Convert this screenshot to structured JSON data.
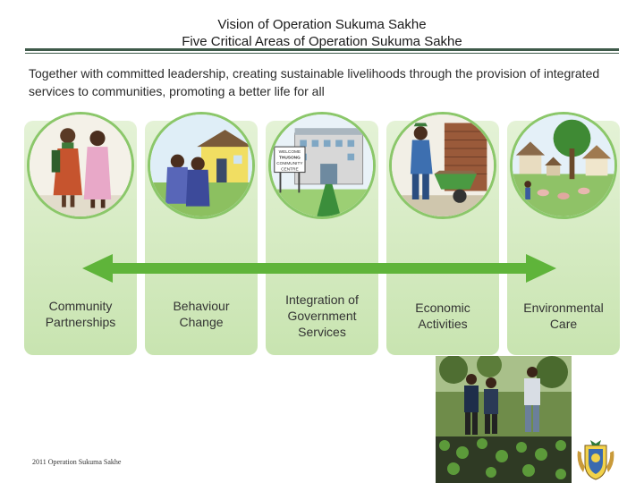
{
  "header": {
    "title_line1": "Vision of Operation Sukuma Sakhe",
    "title_line2": "Five Critical Areas of Operation Sukuma Sakhe"
  },
  "intro_text": "Together with committed leadership, creating sustainable livelihoods through the provision of integrated services to communities, promoting a better life for all",
  "areas": [
    {
      "label_line1": "Community",
      "label_line2": "Partnerships",
      "label_line3": "",
      "illustration": "women-talking-illustration"
    },
    {
      "label_line1": "Behaviour",
      "label_line2": "Change",
      "label_line3": "",
      "illustration": "friends-near-house-illustration"
    },
    {
      "label_line1": "Integration of",
      "label_line2": "Government",
      "label_line3": "Services",
      "illustration": "community-centre-illustration"
    },
    {
      "label_line1": "Economic",
      "label_line2": "Activities",
      "label_line3": "",
      "illustration": "worker-wheelbarrow-illustration"
    },
    {
      "label_line1": "Environmental",
      "label_line2": "Care",
      "label_line3": "",
      "illustration": "village-trees-illustration"
    }
  ],
  "centre_sign": {
    "line1": "WELCOME",
    "line2": "THUSONG",
    "line3": "COMMUNITY",
    "line4": "CENTRE"
  },
  "footer_text": "2011 Operation Sukuma Sakhe",
  "colors": {
    "accent_green": "#5fb43a",
    "panel_light": "#e4f2d6",
    "panel_dark": "#c8e4b0",
    "rule": "#3f5a4a"
  }
}
